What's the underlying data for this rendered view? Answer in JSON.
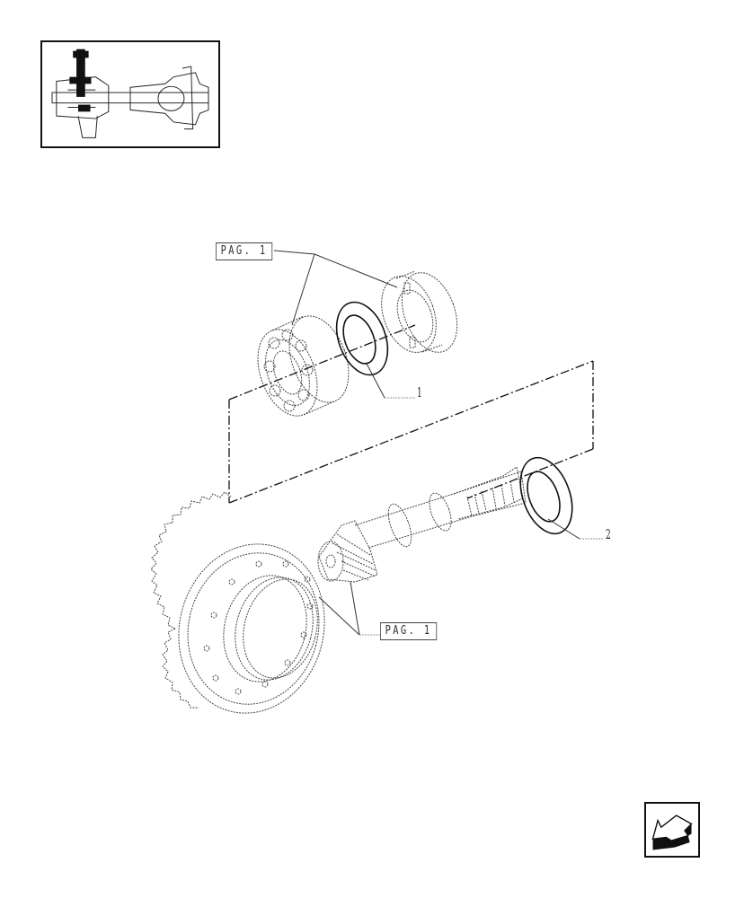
{
  "thumbnail": {
    "description": "Front axle assembly cross-section with highlighted bevel pinion"
  },
  "diagram": {
    "references": [
      {
        "id": "ref-top",
        "label": "PAG. 1"
      },
      {
        "id": "ref-bottom",
        "label": "PAG. 1"
      }
    ],
    "callouts": [
      {
        "number": "1",
        "part": "shim-washer-upper"
      },
      {
        "number": "2",
        "part": "shim-washer-lower"
      }
    ],
    "parts": [
      "roller-bearing",
      "shim-1",
      "bearing-cup",
      "shim-2",
      "bevel-pinion-shaft",
      "crown-wheel"
    ]
  },
  "navigation": {
    "back_button_icon": "arrow-back-icon"
  },
  "colors": {
    "line": "#222222",
    "dashed": "#555555",
    "background": "#ffffff"
  }
}
